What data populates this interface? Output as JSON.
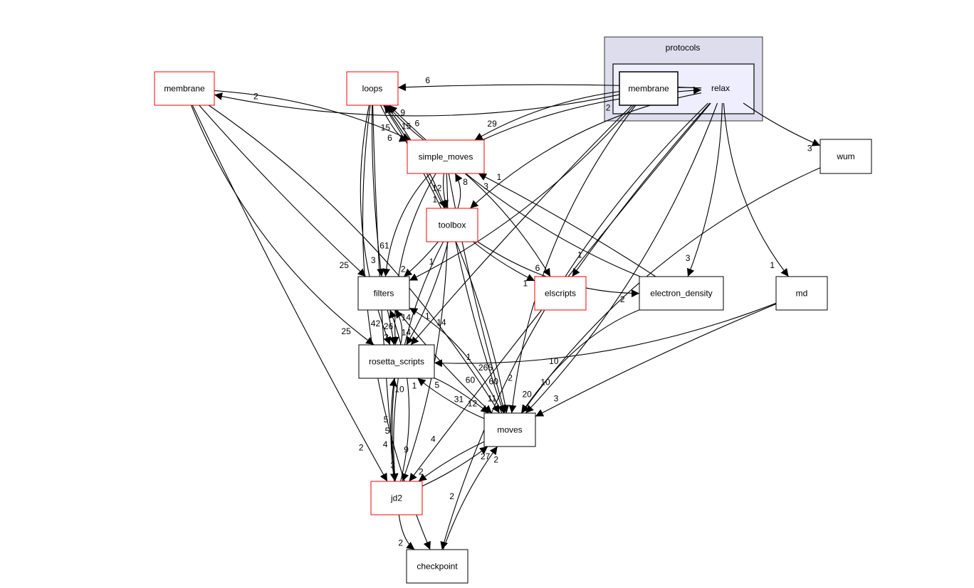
{
  "cluster": {
    "label": "protocols",
    "inner_label": "relax",
    "fill": "#ddddee",
    "inner_fill": "#eeeeff"
  },
  "colors": {
    "missing_dir_border": "#ff0000",
    "dir_border": "#000000",
    "edge": "#000000"
  },
  "nodes": [
    {
      "id": "inner_membrane",
      "label": "membrane",
      "red": false
    },
    {
      "id": "membrane",
      "label": "membrane",
      "red": true
    },
    {
      "id": "loops",
      "label": "loops",
      "red": true
    },
    {
      "id": "simple_moves",
      "label": "simple_moves",
      "red": true
    },
    {
      "id": "wum",
      "label": "wum",
      "red": false
    },
    {
      "id": "toolbox",
      "label": "toolbox",
      "red": true
    },
    {
      "id": "filters",
      "label": "filters",
      "red": false
    },
    {
      "id": "elscripts",
      "label": "elscripts",
      "red": true
    },
    {
      "id": "electron_density",
      "label": "electron_density",
      "red": false
    },
    {
      "id": "md",
      "label": "md",
      "red": false
    },
    {
      "id": "rosetta_scripts",
      "label": "rosetta_scripts",
      "red": false
    },
    {
      "id": "moves",
      "label": "moves",
      "red": false
    },
    {
      "id": "jd2",
      "label": "jd2",
      "red": true
    },
    {
      "id": "checkpoint",
      "label": "checkpoint",
      "red": false
    }
  ],
  "edges": [
    {
      "from": "inner_membrane",
      "to": "membrane",
      "label": "2"
    },
    {
      "from": "relax",
      "to": "loops",
      "label": "6"
    },
    {
      "from": "relax",
      "to": "simple_moves",
      "label": "29"
    },
    {
      "from": "simple_moves",
      "to": "relax",
      "label": "2"
    },
    {
      "from": "relax",
      "to": "wum",
      "label": "3"
    },
    {
      "from": "relax",
      "to": "md",
      "label": "1"
    },
    {
      "from": "relax",
      "to": "electron_density",
      "label": "3"
    },
    {
      "from": "relax",
      "to": "elscripts",
      "label": "1"
    },
    {
      "from": "relax",
      "to": "toolbox",
      "label": "3"
    },
    {
      "from": "relax",
      "to": "moves",
      "label": "10"
    },
    {
      "from": "relax",
      "to": "jd2",
      "label": "4"
    },
    {
      "from": "relax",
      "to": "checkpoint",
      "label": "2"
    },
    {
      "from": "inner_membrane",
      "to": "filters",
      "label": "1"
    },
    {
      "from": "inner_membrane",
      "to": "rosetta_scripts",
      "label": "1"
    },
    {
      "from": "inner_membrane",
      "to": "moves",
      "label": "2"
    },
    {
      "from": "membrane",
      "to": "simple_moves",
      "label": "6"
    },
    {
      "from": "membrane",
      "to": "filters",
      "label": "25"
    },
    {
      "from": "membrane",
      "to": "rosetta_scripts",
      "label": "25"
    },
    {
      "from": "membrane",
      "to": "moves",
      "label": "60"
    },
    {
      "from": "membrane",
      "to": "jd2",
      "label": "2"
    },
    {
      "from": "loops",
      "to": "simple_moves",
      "label": "15"
    },
    {
      "from": "loops",
      "to": "toolbox",
      "label": "1"
    },
    {
      "from": "loops",
      "to": "filters",
      "label": "3"
    },
    {
      "from": "loops",
      "to": "rosetta_scripts",
      "label": "42"
    },
    {
      "from": "loops",
      "to": "moves",
      "label": "60"
    },
    {
      "from": "loops",
      "to": "jd2",
      "label": "4"
    },
    {
      "from": "loops",
      "to": "checkpoint",
      "label": "3"
    },
    {
      "from": "simple_moves",
      "to": "loops",
      "label": "9"
    },
    {
      "from": "simple_moves",
      "to": "toolbox",
      "label": "12"
    },
    {
      "from": "simple_moves",
      "to": "filters",
      "label": "61"
    },
    {
      "from": "simple_moves",
      "to": "elscripts",
      "label": "6"
    },
    {
      "from": "simple_moves",
      "to": "moves",
      "label": "265"
    },
    {
      "from": "simple_moves",
      "to": "rosetta_scripts",
      "label": "26"
    },
    {
      "from": "simple_moves",
      "to": "jd2",
      "label": "9"
    },
    {
      "from": "toolbox",
      "to": "loops",
      "label": "15"
    },
    {
      "from": "toolbox",
      "to": "simple_moves",
      "label": "8"
    },
    {
      "from": "toolbox",
      "to": "filters",
      "label": "2"
    },
    {
      "from": "toolbox",
      "to": "elscripts",
      "label": "1"
    },
    {
      "from": "toolbox",
      "to": "electron_density",
      "label": "2"
    },
    {
      "from": "toolbox",
      "to": "rosetta_scripts",
      "label": "14"
    },
    {
      "from": "toolbox",
      "to": "moves",
      "label": "11"
    },
    {
      "from": "toolbox",
      "to": "jd2",
      "label": "5"
    },
    {
      "from": "electron_density",
      "to": "loops",
      "label": "6"
    },
    {
      "from": "electron_density",
      "to": "simple_moves",
      "label": "1"
    },
    {
      "from": "electron_density",
      "to": "moves",
      "label": "20"
    },
    {
      "from": "md",
      "to": "rosetta_scripts",
      "label": "1"
    },
    {
      "from": "md",
      "to": "moves",
      "label": "3"
    },
    {
      "from": "wum",
      "to": "moves",
      "label": "10"
    },
    {
      "from": "filters",
      "to": "rosetta_scripts",
      "label": "3"
    },
    {
      "from": "filters",
      "to": "moves",
      "label": "12"
    },
    {
      "from": "rosetta_scripts",
      "to": "filters",
      "label": "14"
    },
    {
      "from": "rosetta_scripts",
      "to": "moves",
      "label": "31"
    },
    {
      "from": "rosetta_scripts",
      "to": "jd2",
      "label": "5"
    },
    {
      "from": "moves",
      "to": "filters",
      "label": "14"
    },
    {
      "from": "moves",
      "to": "rosetta_scripts",
      "label": "5"
    },
    {
      "from": "moves",
      "to": "jd2",
      "label": "2"
    },
    {
      "from": "jd2",
      "to": "filters",
      "label": "1"
    },
    {
      "from": "jd2",
      "to": "rosetta_scripts",
      "label": "10"
    },
    {
      "from": "jd2",
      "to": "moves",
      "label": "27"
    },
    {
      "from": "jd2",
      "to": "checkpoint",
      "label": "2"
    },
    {
      "from": "checkpoint",
      "to": "moves",
      "label": "2"
    }
  ]
}
